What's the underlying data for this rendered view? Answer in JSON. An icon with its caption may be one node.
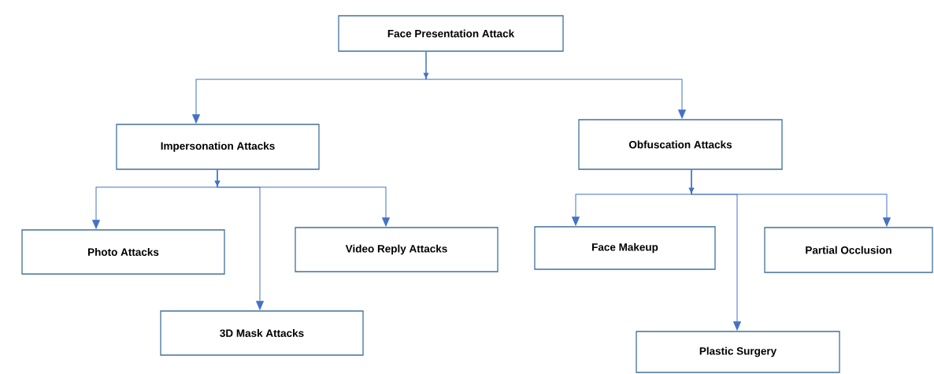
{
  "diagram": {
    "nodes": [
      {
        "text": [
          "Face Presentation Attack"
        ]
      },
      {
        "text": [
          "Impersonation Attacks"
        ]
      },
      {
        "text": [
          "Obfuscation Attacks"
        ]
      },
      {
        "text": [
          "Photo Attacks"
        ]
      },
      {
        "text": [
          "Video Reply Attacks"
        ]
      },
      {
        "text": [
          "3D Mask Attacks"
        ]
      },
      {
        "text": [
          "Face Makeup"
        ]
      },
      {
        "text": [
          "Partial Occlusion"
        ]
      },
      {
        "text": [
          "Plastic Surgery"
        ]
      }
    ],
    "edges": [
      {
        "from": 0,
        "to": 1,
        "arrow": "to"
      },
      {
        "from": 0,
        "to": 2,
        "arrow": "to"
      },
      {
        "from": 1,
        "to": 3,
        "arrow": "to"
      },
      {
        "from": 1,
        "to": 4,
        "arrow": "to"
      },
      {
        "from": 1,
        "to": 5,
        "arrow": "to"
      },
      {
        "from": 2,
        "to": 6,
        "arrow": "to"
      },
      {
        "from": 2,
        "to": 7,
        "arrow": "to"
      },
      {
        "from": 2,
        "to": 8,
        "arrow": "to"
      }
    ]
  }
}
